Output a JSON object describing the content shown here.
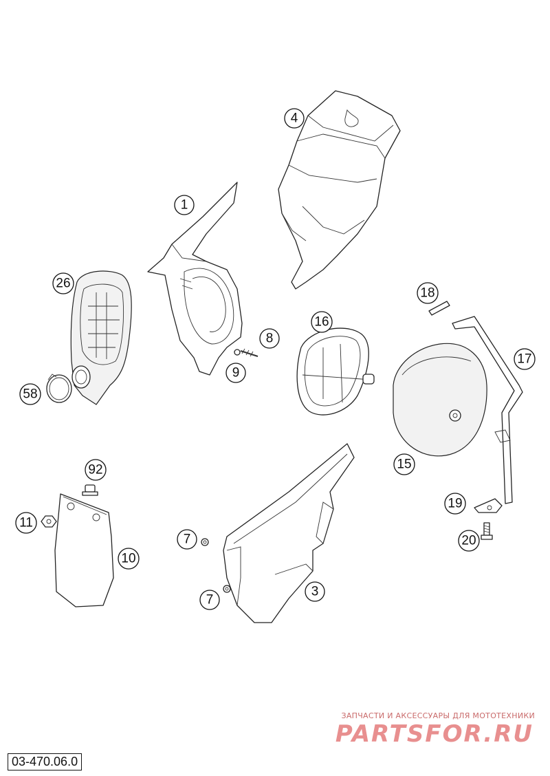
{
  "diagram": {
    "callouts": [
      {
        "id": "c1",
        "label": "1"
      },
      {
        "id": "c4",
        "label": "4"
      },
      {
        "id": "c26",
        "label": "26"
      },
      {
        "id": "c8",
        "label": "8"
      },
      {
        "id": "c9",
        "label": "9"
      },
      {
        "id": "c16",
        "label": "16"
      },
      {
        "id": "c18",
        "label": "18"
      },
      {
        "id": "c17",
        "label": "17"
      },
      {
        "id": "c58",
        "label": "58"
      },
      {
        "id": "c15",
        "label": "15"
      },
      {
        "id": "c92",
        "label": "92"
      },
      {
        "id": "c11",
        "label": "11"
      },
      {
        "id": "c10",
        "label": "10"
      },
      {
        "id": "c7a",
        "label": "7"
      },
      {
        "id": "c7b",
        "label": "7"
      },
      {
        "id": "c3",
        "label": "3"
      },
      {
        "id": "c19",
        "label": "19"
      },
      {
        "id": "c20",
        "label": "20"
      }
    ]
  },
  "watermark": {
    "tagline": "ЗАПЧАСТИ И АКСЕССУАРЫ ДЛЯ МОТОТЕХНИКИ",
    "logo": "PARTSFOR.RU"
  },
  "diagram_code": "03-470.06.0"
}
